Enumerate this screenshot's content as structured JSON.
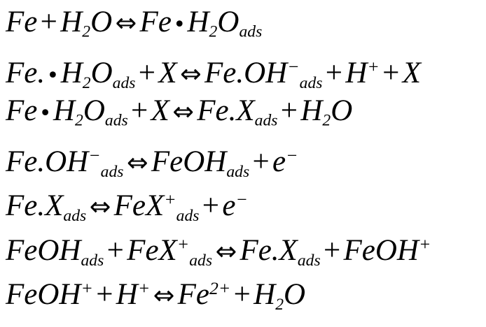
{
  "equations": [
    [
      [
        "t",
        "Fe"
      ],
      [
        "op",
        "+"
      ],
      [
        "t",
        "H"
      ],
      [
        "sub",
        "2"
      ],
      [
        "t",
        "O"
      ],
      [
        "arrow",
        "⇔"
      ],
      [
        "t",
        "Fe"
      ],
      [
        "bullet",
        "•"
      ],
      [
        "t",
        "H"
      ],
      [
        "sub",
        "2"
      ],
      [
        "t",
        "O"
      ],
      [
        "sub",
        "ads"
      ]
    ],
    [
      [
        "t",
        "Fe."
      ],
      [
        "bullet",
        "•"
      ],
      [
        "t",
        "H"
      ],
      [
        "sub",
        "2"
      ],
      [
        "t",
        "O"
      ],
      [
        "sub",
        "ads"
      ],
      [
        "op",
        "+"
      ],
      [
        "t",
        "X"
      ],
      [
        "arrow",
        "⇔"
      ],
      [
        "t",
        "Fe.OH"
      ],
      [
        "sup",
        "−"
      ],
      [
        "sub",
        "ads"
      ],
      [
        "op",
        "+"
      ],
      [
        "t",
        "H"
      ],
      [
        "sup",
        "+"
      ],
      [
        "op",
        "+"
      ],
      [
        "t",
        "X"
      ]
    ],
    [
      [
        "t",
        "Fe"
      ],
      [
        "bullet",
        "•"
      ],
      [
        "t",
        "H"
      ],
      [
        "sub",
        "2"
      ],
      [
        "t",
        "O"
      ],
      [
        "sub",
        "ads"
      ],
      [
        "op",
        "+"
      ],
      [
        "t",
        "X"
      ],
      [
        "arrow",
        "⇔"
      ],
      [
        "t",
        "Fe.X"
      ],
      [
        "sub",
        "ads"
      ],
      [
        "op",
        "+"
      ],
      [
        "t",
        "H"
      ],
      [
        "sub",
        "2"
      ],
      [
        "t",
        "O"
      ]
    ],
    [
      [
        "t",
        "Fe.OH"
      ],
      [
        "sup",
        "−"
      ],
      [
        "sub",
        "ads"
      ],
      [
        "arrow",
        "⇔"
      ],
      [
        "t",
        "FeOH"
      ],
      [
        "sub",
        "ads"
      ],
      [
        "op",
        "+"
      ],
      [
        "t",
        "e"
      ],
      [
        "sup",
        "−"
      ]
    ],
    [
      [
        "t",
        "Fe.X"
      ],
      [
        "sub",
        "ads"
      ],
      [
        "arrow",
        "⇔"
      ],
      [
        "t",
        "FeX"
      ],
      [
        "sup",
        "+"
      ],
      [
        "sub",
        "ads"
      ],
      [
        "op",
        "+"
      ],
      [
        "t",
        "e"
      ],
      [
        "sup",
        "−"
      ]
    ],
    [
      [
        "t",
        "FeOH"
      ],
      [
        "sub",
        "ads"
      ],
      [
        "op",
        "+"
      ],
      [
        "t",
        "FeX"
      ],
      [
        "sup",
        "+"
      ],
      [
        "sub",
        "ads"
      ],
      [
        "arrow",
        "⇔"
      ],
      [
        "t",
        "Fe.X"
      ],
      [
        "sub",
        "ads"
      ],
      [
        "op",
        "+"
      ],
      [
        "t",
        "FeOH"
      ],
      [
        "sup",
        "+"
      ]
    ],
    [
      [
        "t",
        "FeOH"
      ],
      [
        "sup",
        "+"
      ],
      [
        "op",
        "+"
      ],
      [
        "t",
        "H"
      ],
      [
        "sup",
        "+"
      ],
      [
        "arrow",
        "⇔"
      ],
      [
        "t",
        "Fe"
      ],
      [
        "sup",
        "2+"
      ],
      [
        "op",
        "+"
      ],
      [
        "t",
        "H"
      ],
      [
        "sub",
        "2"
      ],
      [
        "t",
        "O"
      ]
    ]
  ]
}
